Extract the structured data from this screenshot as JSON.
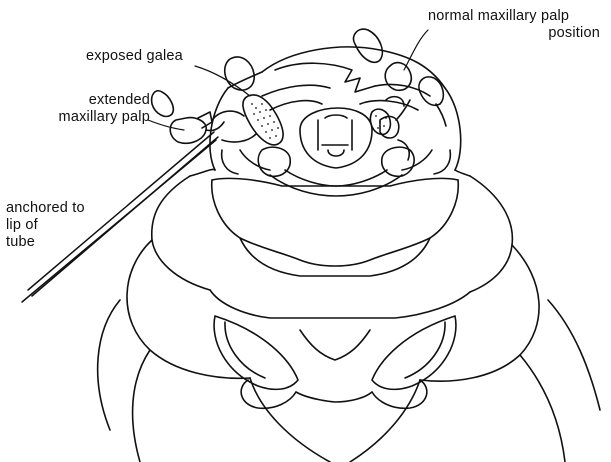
{
  "labels": {
    "normal_palp_line1": "normal maxillary palp",
    "normal_palp_line2": "position",
    "exposed_galea": "exposed galea",
    "extended_palp_line1": "extended",
    "extended_palp_line2": "maxillary palp",
    "anchored_line1": "anchored to",
    "anchored_line2": "lip of",
    "anchored_line3": "tube"
  },
  "colors": {
    "ink": "#111111",
    "background": "#ffffff"
  }
}
